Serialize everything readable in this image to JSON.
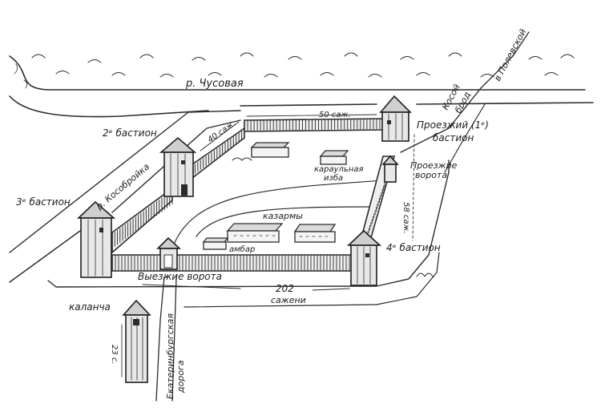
{
  "labels": {
    "river": "р. Чусовая",
    "bastion2": "2ᵉ бастион",
    "bastion3": "3ᵉ бастион",
    "bastion4": "4ᵉ бастион",
    "bastion1_line1": "Проезжий (1ᵉ)",
    "bastion1_line2": "бастион",
    "kosoy_brod_1": "Косой",
    "kosoy_brod_2": "брод",
    "to_polevskoy": "в Полевской",
    "r_kosobroika": "р. Кособройка",
    "dim_50": "50 саж.",
    "dim_40": "40 саж.",
    "dim_58": "58 саж.",
    "dim_202": "202",
    "dim_202_unit": "сажени",
    "dim_23": "23 с.",
    "karaul_1": "караульная",
    "karaul_2": "изба",
    "kazarmy": "казармы",
    "ambar": "амбар",
    "proezzhie_1": "Проезжие",
    "proezzhie_2": "ворота",
    "vyezzhie": "Выезжие ворота",
    "kalancha": "каланча",
    "ekb_road_1": "Екатеринбургская",
    "ekb_road_2": "дорога"
  },
  "colors": {
    "ink": "#2b2b2b",
    "paper": "#ffffff"
  }
}
